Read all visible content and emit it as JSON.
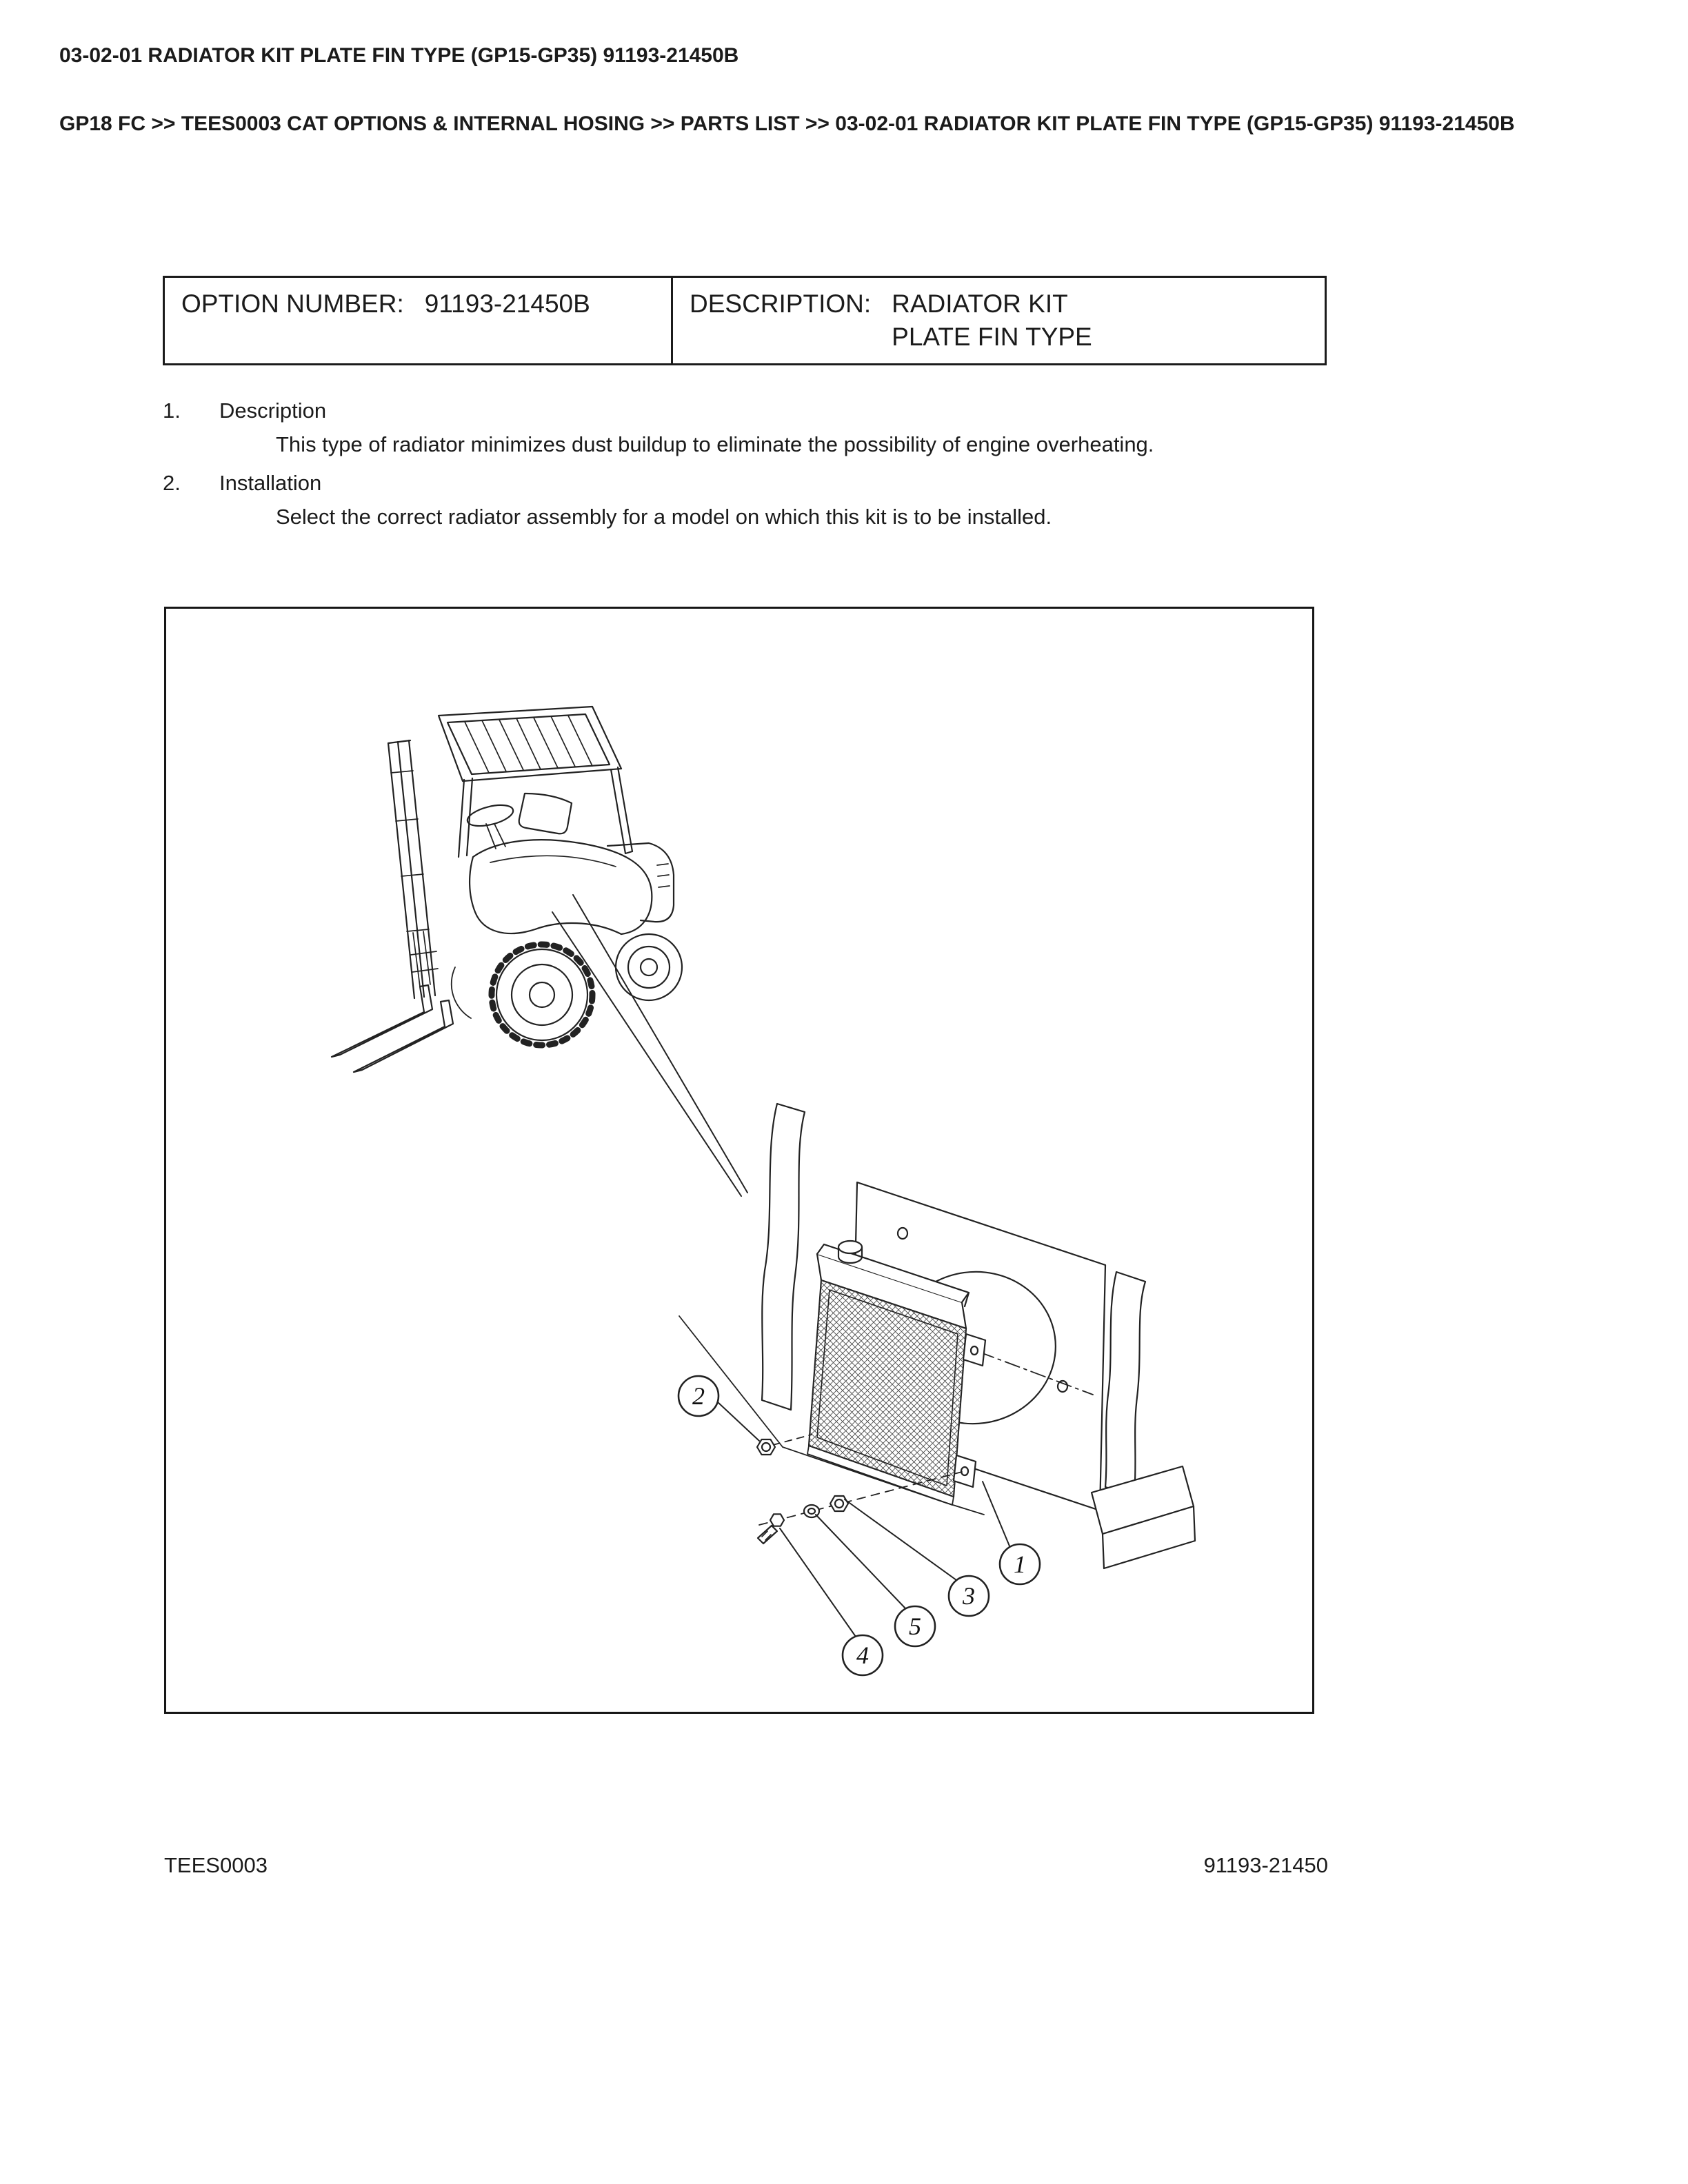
{
  "header": {
    "title": "03-02-01 RADIATOR KIT PLATE FIN TYPE (GP15-GP35) 91193-21450B"
  },
  "breadcrumb": {
    "text": "GP18 FC >> TEES0003 CAT OPTIONS & INTERNAL HOSING >> PARTS LIST >> 03-02-01 RADIATOR KIT PLATE FIN TYPE (GP15-GP35) 91193-21450B"
  },
  "option_table": {
    "option_label": "OPTION NUMBER:",
    "option_value": "91193-21450B",
    "description_label": "DESCRIPTION:",
    "description_line1": "RADIATOR KIT",
    "description_line2": "PLATE FIN TYPE"
  },
  "sections": [
    {
      "number": "1.",
      "title": "Description",
      "body": "This type of radiator minimizes dust buildup to eliminate the possibility of engine overheating."
    },
    {
      "number": "2.",
      "title": "Installation",
      "body": "Select the correct radiator assembly for a model on which this kit is to be installed."
    }
  ],
  "figure": {
    "callouts": [
      "1",
      "2",
      "3",
      "4",
      "5"
    ]
  },
  "footer": {
    "left": "TEES0003",
    "right": "91193-21450"
  }
}
